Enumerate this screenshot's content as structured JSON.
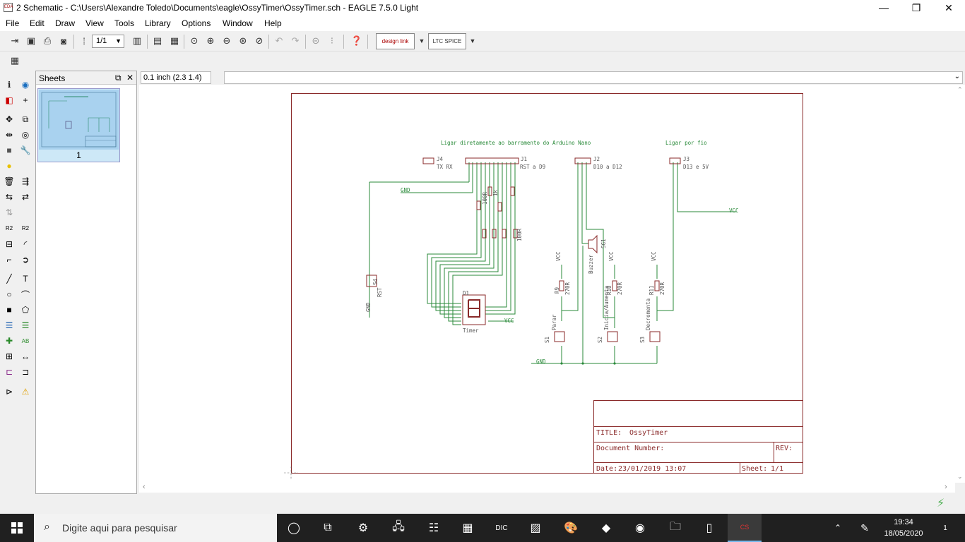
{
  "window": {
    "title": "2 Schematic - C:\\Users\\Alexandre Toledo\\Documents\\eagle\\OssyTimer\\OssyTimer.sch - EAGLE 7.5.0 Light",
    "app_icon_text": "EDA",
    "minimize": "—",
    "restore": "❐",
    "close": "✕"
  },
  "menu": [
    "File",
    "Edit",
    "Draw",
    "View",
    "Tools",
    "Library",
    "Options",
    "Window",
    "Help"
  ],
  "toolbar": {
    "sheet_select": "1/1",
    "designlink_label": "design link",
    "ltspice_label": "LTC SPICE"
  },
  "sheets": {
    "header": "Sheets",
    "float_icon": "⧉",
    "close_icon": "✕",
    "sheet_number": "1"
  },
  "coords": {
    "value": "0.1 inch (2.3 1.4)"
  },
  "schematic": {
    "note_top": "Ligar diretamente ao barramento do Arduino Nano",
    "note_right": "Ligar por fio",
    "j4": "J4",
    "j4_pins": "TX RX",
    "j1": "J1",
    "j1_pins": "RST a D9",
    "j2": "J2",
    "j2_pins": "D10 a D12",
    "j3": "J3",
    "j3_pins": "D13 e 5V",
    "gnd": "GND",
    "vcc": "VCC",
    "display_ref": "D1",
    "display_name": "Timer",
    "rst_label": "RST",
    "s4": "S4",
    "s1": "S1",
    "s2": "S2",
    "s3": "S3",
    "parar": "Parar",
    "inicia": "Inicia/Aumenta",
    "decrementa": "Decrementa",
    "buzzer": "Buzzer",
    "r9": "R9",
    "r10": "R10",
    "r11": "R11",
    "r_val_270": "270R",
    "r_val_100": "100R",
    "r_val_1k": "1k",
    "sg1": "SG1",
    "title_label": "TITLE:",
    "title_value": "OssyTimer",
    "docnum_label": "Document Number:",
    "rev_label": "REV:",
    "date_label": "Date:",
    "date_value": "23/01/2019 13:07",
    "sheet_label": "Sheet:",
    "sheet_value": "1/1"
  },
  "taskbar": {
    "search_placeholder": "Digite aqui para pesquisar",
    "time": "19:34",
    "date": "18/05/2020",
    "notification_count": "1"
  }
}
